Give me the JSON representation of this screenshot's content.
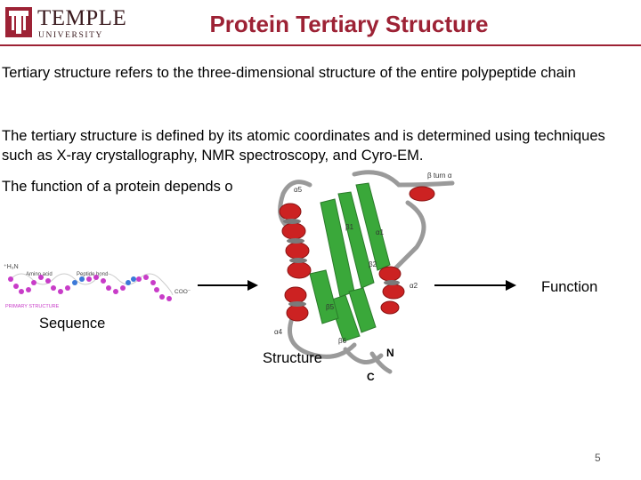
{
  "header": {
    "logo_word": "TEMPLE",
    "logo_sub": "UNIVERSITY",
    "title": "Protein Tertiary Structure"
  },
  "body": {
    "paragraph_1": "Tertiary structure refers to the three-dimensional structure of the entire polypeptide chain",
    "paragraph_2": "The tertiary structure is defined by its atomic coordinates and is determined using techniques such as X-ray crystallography, NMR spectroscopy, and Cyro-EM.",
    "paragraph_3": "The function of a protein depends o"
  },
  "figure": {
    "sequence_label": "Sequence",
    "structure_label": "Structure",
    "function_label": "Function",
    "terminus_n": "N",
    "terminus_c": "C",
    "sequence_labels": {
      "amino": "⁺H₃N",
      "amino_acid": "Amino acid",
      "peptide_bond": "Peptide bond",
      "carboxyl": "COO⁻",
      "caption": "PRIMARY STRUCTURE"
    },
    "structure_labels": {
      "a5": "α5",
      "a1": "α1",
      "a2": "α2",
      "a4": "α4",
      "b1": "β1",
      "b2": "β2",
      "b5": "β5",
      "b6": "β6",
      "top_right": "β turn α"
    },
    "colors": {
      "helix": "#cc2222",
      "strand": "#3aa83a",
      "coil": "#9a9a9a",
      "acid": "#c83cc8",
      "bond": "#3c78d8"
    }
  },
  "footer": {
    "page_number": "5"
  },
  "theme": {
    "brand": "#9d2235"
  }
}
